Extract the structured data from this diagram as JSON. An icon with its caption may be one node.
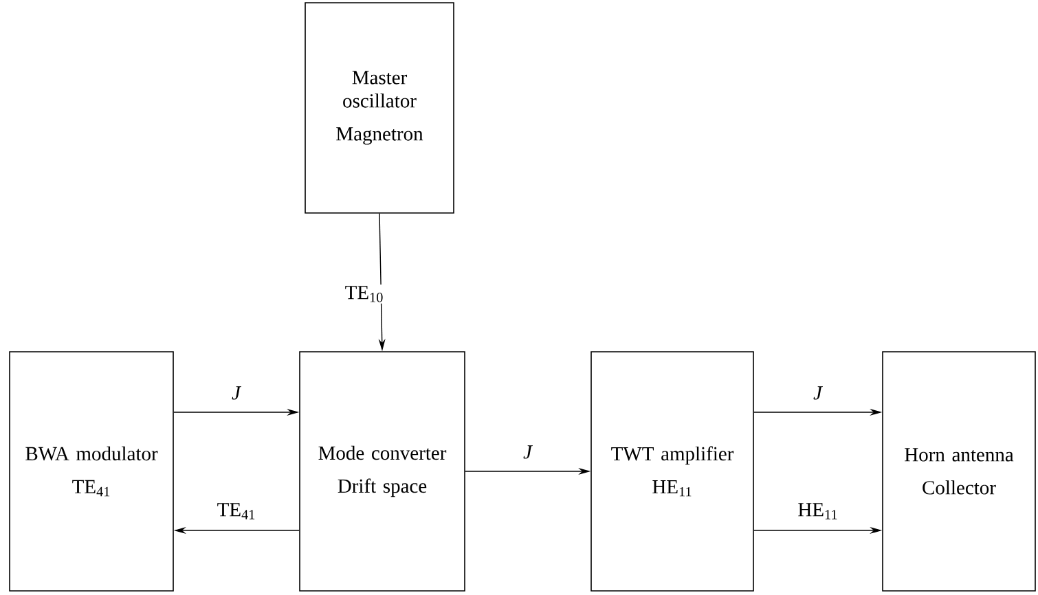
{
  "diagram": {
    "nodes": [
      {
        "text": [
          "Master oscillator",
          "Magnetron"
        ]
      },
      {
        "text": [
          "BWA modulator",
          "TE$_{41}$"
        ]
      },
      {
        "text": [
          "Mode converter",
          "Drift space"
        ]
      },
      {
        "text": [
          "TWT amplifier",
          "HE$_{11}$"
        ]
      },
      {
        "text": [
          "Horn antenna",
          "Collector"
        ]
      }
    ],
    "edges": [
      {
        "from": 0,
        "to": 2,
        "arrow": "to",
        "label": "TE$_{10}$"
      },
      {
        "from": 1,
        "to": 2,
        "arrow": "to",
        "label": "*J*"
      },
      {
        "from": 2,
        "to": 1,
        "arrow": "to",
        "label": "TE$_{41}$"
      },
      {
        "from": 2,
        "to": 3,
        "arrow": "to",
        "label": "*J*"
      },
      {
        "from": 3,
        "to": 4,
        "arrow": "to",
        "label": "*J*"
      },
      {
        "from": 3,
        "to": 4,
        "arrow": "to",
        "label": "HE$_{11}$"
      }
    ]
  }
}
